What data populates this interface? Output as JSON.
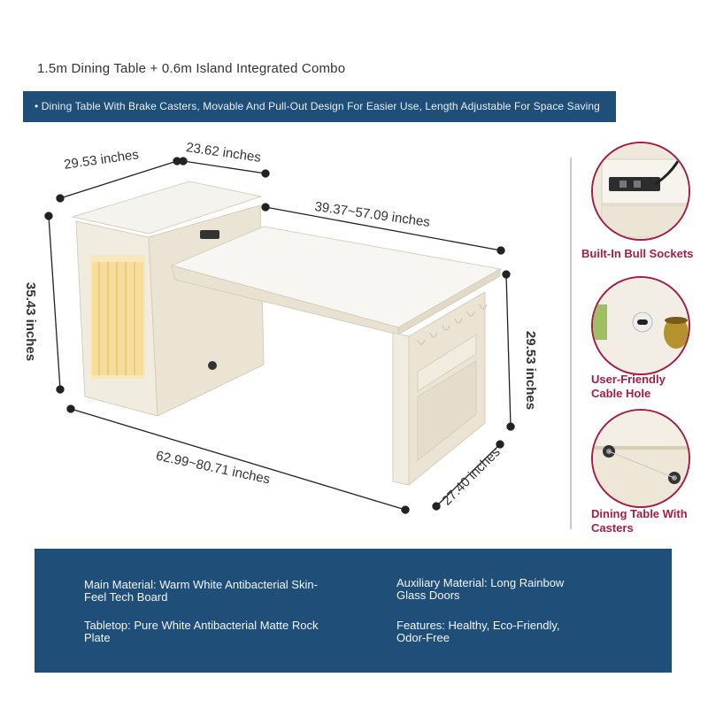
{
  "title": "1.5m Dining Table + 0.6m Island Integrated Combo",
  "banner": "• Dining Table With Brake Casters, Movable And Pull-Out Design For Easier Use, Length Adjustable For Space Saving",
  "dimensions": {
    "island_depth": "29.53 inches",
    "island_width": "23.62 inches",
    "table_length": "39.37~57.09 inches",
    "total_height": "35.43 inches",
    "table_height": "29.53 inches",
    "total_length": "62.99~80.71 inches",
    "table_depth": "27.40 inches"
  },
  "features": [
    {
      "label": "Built-In Bull Sockets",
      "icon": "socket-icon"
    },
    {
      "label": "User-Friendly Cable Hole",
      "icon": "cable-hole-icon"
    },
    {
      "label": "Dining Table With Casters",
      "icon": "caster-icon"
    }
  ],
  "specs": {
    "main_material": "Main Material: Warm White Antibacterial Skin-Feel Tech Board",
    "auxiliary_material": "Auxiliary Material: Long Rainbow Glass Doors",
    "tabletop": "Tabletop: Pure White Antibacterial Matte Rock Plate",
    "features": "Features: Healthy, Eco-Friendly, Odor-Free"
  },
  "colors": {
    "banner": "#1f4e79",
    "accent": "#a51d43",
    "furniture": "#f1ece0"
  }
}
